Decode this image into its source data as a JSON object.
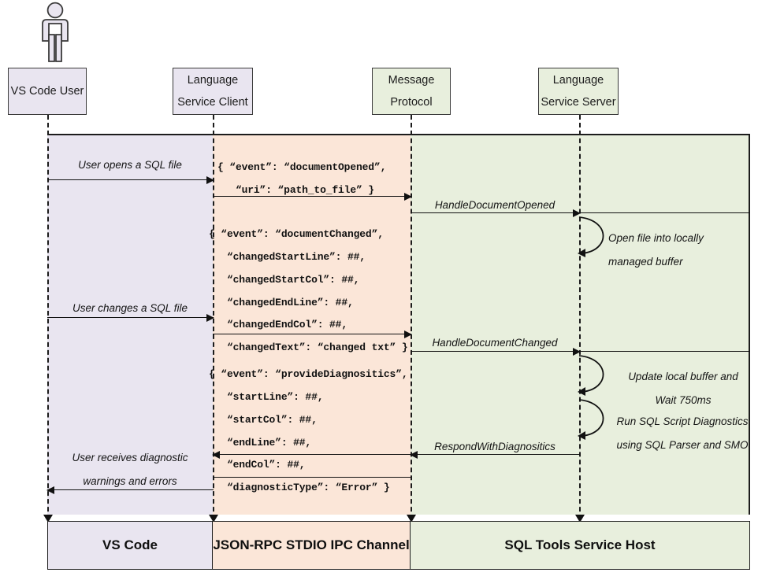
{
  "diagram": {
    "title": "SQL Tools Service language service sequence",
    "colors": {
      "vscode_band": "#e9e5f0",
      "ipc_band": "#fbe6d8",
      "host_band": "#e8efdd",
      "stroke": "#1c1c1c"
    }
  },
  "actor": {
    "name": "person-icon"
  },
  "participants": [
    {
      "id": "vs-code-user",
      "line1": "VS Code User",
      "line2": ""
    },
    {
      "id": "language-service-client",
      "line1": "Language",
      "line2": "Service Client"
    },
    {
      "id": "message-protocol",
      "line1": "Message",
      "line2": "Protocol"
    },
    {
      "id": "language-service-server",
      "line1": "Language",
      "line2": "Service Server"
    }
  ],
  "messages": {
    "user_opens": "User opens a SQL file",
    "user_changes": "User changes a SQL file",
    "user_receives_1": "User receives diagnostic",
    "user_receives_2": "warnings and errors",
    "handle_document_opened": "HandleDocumentOpened",
    "handle_document_changed": "HandleDocumentChanged",
    "respond_with_diagnostics": "RespondWithDiagnositics"
  },
  "self_calls": {
    "open_buffer_1": "Open file into locally",
    "open_buffer_2": "managed buffer",
    "update_buffer_1": "Update local buffer and",
    "update_buffer_2": "Wait 750ms",
    "run_diag_1": "Run SQL Script Diagnostics",
    "run_diag_2": "using SQL Parser and SMO"
  },
  "payloads": {
    "document_opened": "{ “event”: “documentOpened”,\n   “uri”: “path_to_file” }",
    "document_changed": "{ “event”: “documentChanged”,\n   “changedStartLine”: ##,\n   “changedStartCol”: ##,\n   “changedEndLine”: ##,\n   “changedEndCol”: ##,\n   “changedText”: “changed txt” }",
    "provide_diagnostics": "{ “event”: “provideDiagnositics”,\n   “startLine”: ##,\n   “startCol”: ##,\n   “endLine”: ##,\n   “endCol”: ##,\n   “diagnosticType”: “Error” }"
  },
  "footer": {
    "vs_code": "VS Code",
    "ipc_channel": "JSON-RPC STDIO IPC Channel",
    "service_host": "SQL Tools Service Host"
  }
}
